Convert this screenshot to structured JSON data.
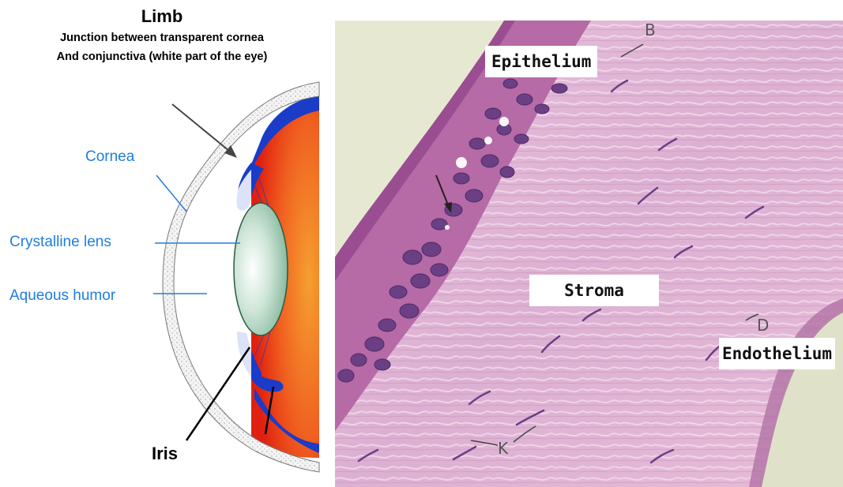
{
  "left_diagram": {
    "title": "Limb",
    "subtitle_line1": "Junction between transparent cornea",
    "subtitle_line2": "And conjunctiva (white part of the eye)",
    "labels": {
      "cornea": "Cornea",
      "lens": "Crystalline lens",
      "aqueous": "Aqueous humor",
      "iris": "Iris"
    },
    "colors": {
      "label_blue": "#1e7ee0",
      "retina_red": "#e83010",
      "iris_blue": "#1a3cc8",
      "lens_green": "#9fcdb2"
    }
  },
  "right_micrograph": {
    "labels": {
      "epithelium": "Epithelium",
      "stroma": "Stroma",
      "endothelium": "Endothelium",
      "b": "B",
      "d": "D",
      "k": "K"
    },
    "colors": {
      "stroma_pink": "#e2b6d8",
      "epithelium_purple": "#b86aa6",
      "nucleus_purple": "#6a3f84"
    }
  }
}
